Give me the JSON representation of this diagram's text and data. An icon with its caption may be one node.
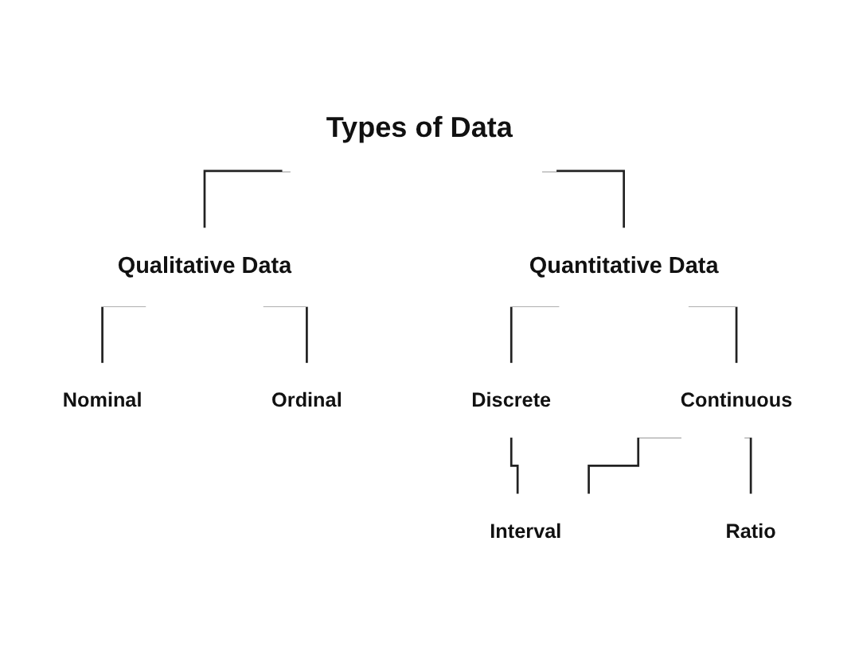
{
  "diagram": {
    "nodes": [
      {
        "text": [
          "Types of Data"
        ]
      },
      {
        "text": [
          "Qualitative Data"
        ]
      },
      {
        "text": [
          "Quantitative Data"
        ]
      },
      {
        "text": [
          "Nominal"
        ]
      },
      {
        "text": [
          "Ordinal"
        ]
      },
      {
        "text": [
          "Discrete"
        ]
      },
      {
        "text": [
          "Continuous"
        ]
      },
      {
        "text": [
          "Interval"
        ]
      },
      {
        "text": [
          "Ratio"
        ]
      }
    ],
    "edges": [
      {
        "from": 0,
        "to": 1,
        "arrow": "none"
      },
      {
        "from": 0,
        "to": 2,
        "arrow": "none"
      },
      {
        "from": 1,
        "to": 3,
        "arrow": "none"
      },
      {
        "from": 1,
        "to": 4,
        "arrow": "none"
      },
      {
        "from": 2,
        "to": 5,
        "arrow": "none"
      },
      {
        "from": 2,
        "to": 6,
        "arrow": "none"
      },
      {
        "from": 5,
        "to": 7,
        "arrow": "none"
      },
      {
        "from": 6,
        "to": 7,
        "arrow": "none"
      },
      {
        "from": 6,
        "to": 8,
        "arrow": "none"
      }
    ]
  }
}
